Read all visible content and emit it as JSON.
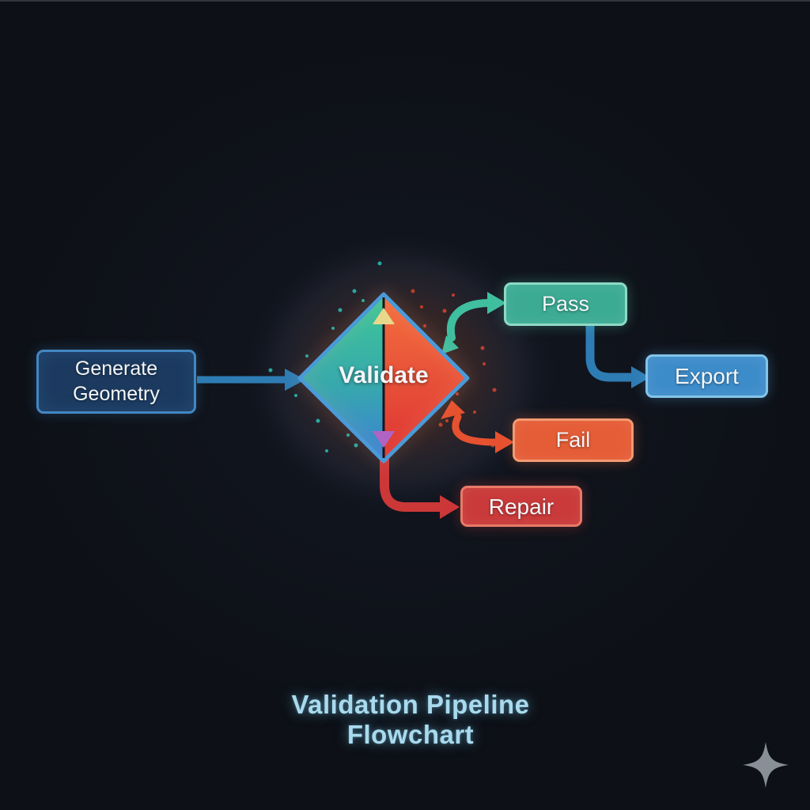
{
  "title": "Validation Pipeline Flowchart",
  "nodes": {
    "generate": {
      "label": "Generate Geometry",
      "type": "process"
    },
    "validate": {
      "label": "Validate",
      "type": "decision"
    },
    "pass": {
      "label": "Pass",
      "type": "outcome"
    },
    "export": {
      "label": "Export",
      "type": "process"
    },
    "fail": {
      "label": "Fail",
      "type": "outcome"
    },
    "repair": {
      "label": "Repair",
      "type": "process"
    }
  },
  "edges": [
    {
      "from": "generate",
      "to": "validate",
      "style": "straight-arrow",
      "color": "#2e7cb4"
    },
    {
      "from": "validate",
      "to": "pass",
      "style": "curved-double-arrow",
      "color": "#3fbf9f"
    },
    {
      "from": "pass",
      "to": "export",
      "style": "elbow-arrow",
      "color": "#2e7cb4"
    },
    {
      "from": "validate",
      "to": "fail",
      "style": "curved-double-arrow",
      "color": "#e6512f"
    },
    {
      "from": "validate",
      "to": "repair",
      "style": "elbow-arrow",
      "color": "#cc3737"
    }
  ],
  "icons": {
    "watermark": "sparkle-icon"
  },
  "colors": {
    "text": "#f4f6f8",
    "title-color": "#a9daee",
    "gen-fill": "#1c3a5f",
    "gen-border": "#4287c2",
    "pass-fill": "#3cab94",
    "pass-border": "#8ed9c6",
    "export-fill": "#3d8cca",
    "export-border": "#83c4e8",
    "fail-fill": "#e55d37",
    "fail-border": "#f29a72",
    "repair-fill": "#ca3a3a",
    "repair-border": "#e87a68",
    "arrow-blue": "#2e7cb4",
    "arrow-teal": "#3fbf9f",
    "arrow-orange": "#e6512f",
    "arrow-red": "#cc3737",
    "diamond-border": "#4a9ad8",
    "diamond-green": "#3ec897",
    "diamond-blue": "#3b7fd8",
    "diamond-orange": "#f3703e",
    "diamond-red": "#dd3333",
    "up-arrow": "#e9d78c",
    "down-arrow": "#b163c4",
    "particle-teal": "#2fd4c8",
    "particle-red": "#e0462e",
    "sparkle": "#9aa0a8"
  }
}
